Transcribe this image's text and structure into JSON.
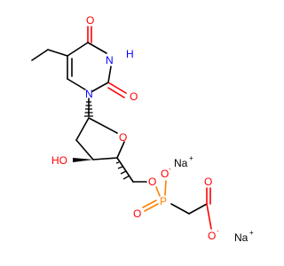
{
  "molecule": {
    "atoms": {
      "O_top": "O",
      "N_H": "N",
      "H_on_N": "H",
      "O_right": "O",
      "N_ring": "N",
      "O_furanose": "O",
      "HO": "HO",
      "O_linker": "O",
      "P": "P",
      "O_minus": "O",
      "O_phosphoryl": "O",
      "O_carbonyl": "O",
      "O_carboxylate": "O",
      "Na1": "Na",
      "Na2": "Na"
    },
    "charges": {
      "O_minus": "-",
      "O_carboxylate": "-",
      "Na1": "+",
      "Na2": "+"
    },
    "colors": {
      "bond": "#000000",
      "oxygen": "#ff0000",
      "nitrogen": "#0000ff",
      "phosphorus": "#ff8000",
      "carbon_text": "#000000"
    }
  }
}
